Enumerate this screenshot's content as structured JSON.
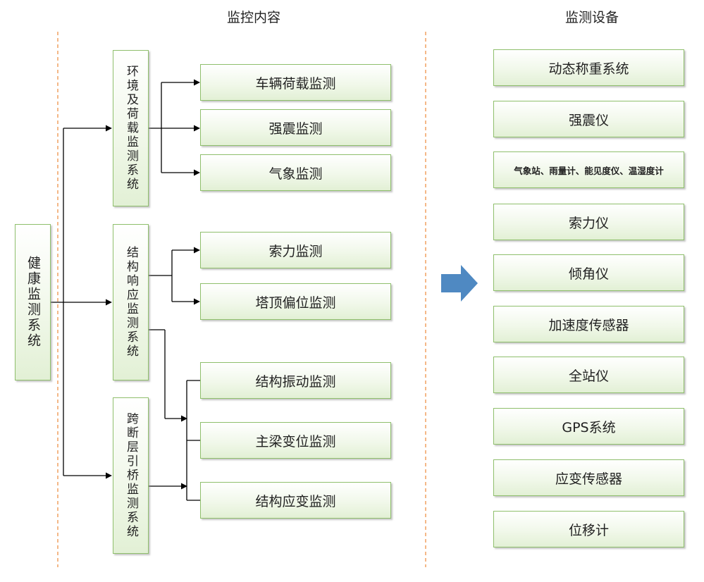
{
  "headers": {
    "monitor": "监控内容",
    "devices": "监测设备"
  },
  "root": "健康监测系统",
  "subsystems": [
    {
      "label": "环境及荷载监测系统"
    },
    {
      "label": "结构响应监测系统"
    },
    {
      "label": "跨断层引桥监测系统"
    }
  ],
  "contents": [
    "车辆荷载监测",
    "强震监测",
    "气象监测",
    "索力监测",
    "塔顶偏位监测",
    "结构振动监测",
    "主梁变位监测",
    "结构应变监测"
  ],
  "devices": [
    "动态称重系统",
    "强震仪",
    "气象站、雨量计、能见度仪、温湿度计",
    "索力仪",
    "倾角仪",
    "加速度传感器",
    "全站仪",
    "GPS系统",
    "应变传感器",
    "位移计"
  ],
  "colors": {
    "box_border": "#8fbf6c",
    "divider": "#f0a060",
    "arrow": "#4f89c2",
    "line": "#000000"
  }
}
